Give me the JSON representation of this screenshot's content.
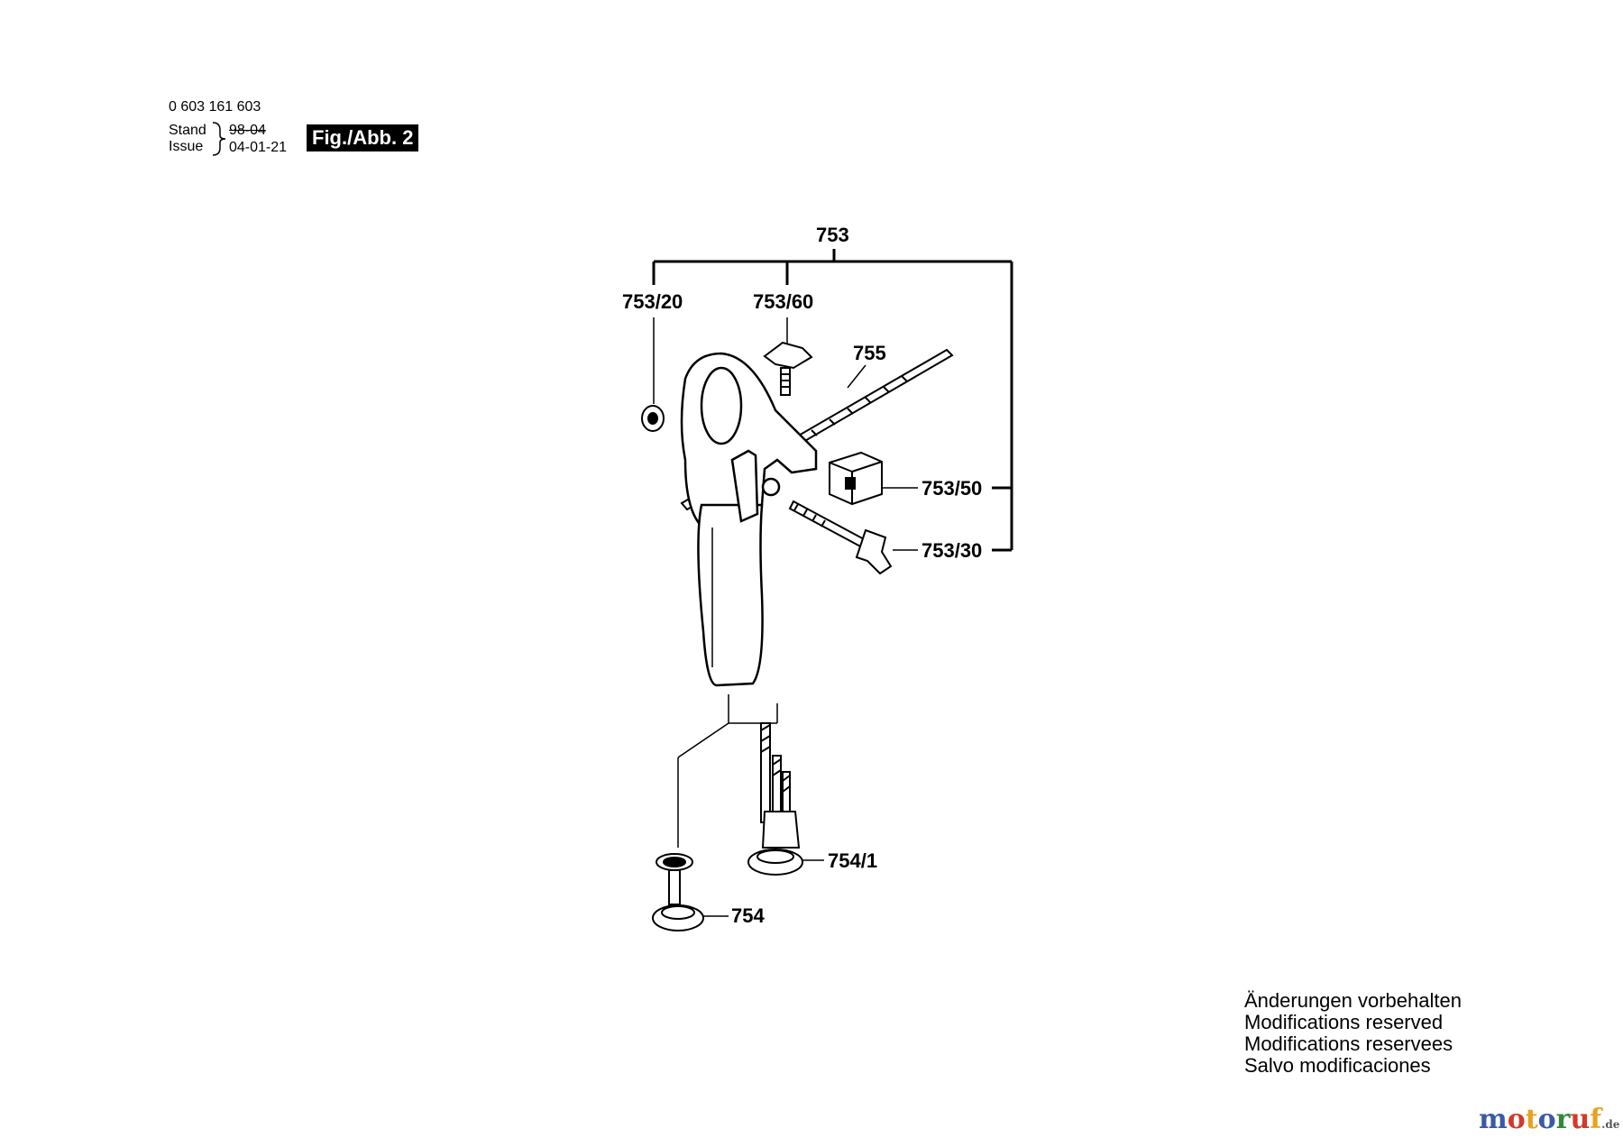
{
  "header": {
    "part_number": "0 603 161 603",
    "stand_label": "Stand",
    "issue_label": "Issue",
    "old_date": "98-04",
    "new_date": "04-01-21",
    "figure_label": "Fig./Abb. 2"
  },
  "callouts": {
    "c753": "753",
    "c753_20": "753/20",
    "c753_60": "753/60",
    "c755": "755",
    "c753_50": "753/50",
    "c753_30": "753/30",
    "c754_1": "754/1",
    "c754": "754"
  },
  "notes": [
    "Änderungen vorbehalten",
    "Modifications reserved",
    "Modifications reservees",
    "Salvo modificaciones"
  ],
  "watermark": {
    "parts": [
      "m",
      "o",
      "t",
      "o",
      "r",
      "u",
      "f"
    ],
    "suffix": ".de",
    "colors": [
      "#3a5aa8",
      "#d23a2a",
      "#e8a21c",
      "#3a5aa8",
      "#2f8a3a",
      "#d23a2a",
      "#e8a21c"
    ]
  }
}
